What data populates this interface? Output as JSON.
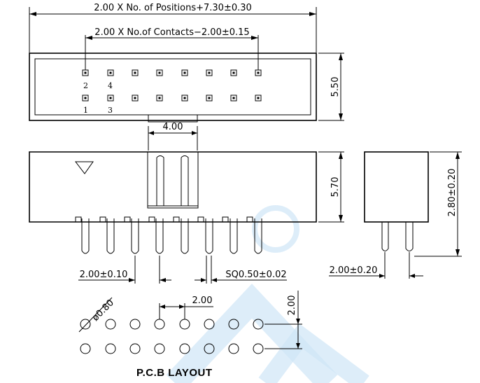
{
  "dimensions": {
    "overall_length": "2.00 X No. of Positions+7.30±0.30",
    "contact_span": "2.00 X No.of Contacts−2.00±0.15",
    "top_height": "5.50",
    "key_slot_width": "4.00",
    "body_height": "5.70",
    "side_height": "2.80±0.20",
    "pitch_front": "2.00±0.10",
    "pin_square": "SQ0.50±0.02",
    "row_pitch_side": "2.00±0.20",
    "hole_diameter": "ø0.80",
    "pcb_pitch_x": "2.00",
    "pcb_pitch_y": "2.00"
  },
  "pin_labels": {
    "top_row_first": "2",
    "top_row_second": "4",
    "bottom_row_first": "1",
    "bottom_row_second": "3"
  },
  "pcb_title": "P.C.B LAYOUT",
  "colors": {
    "line": "#000000",
    "watermark": "#cfe6f7"
  }
}
